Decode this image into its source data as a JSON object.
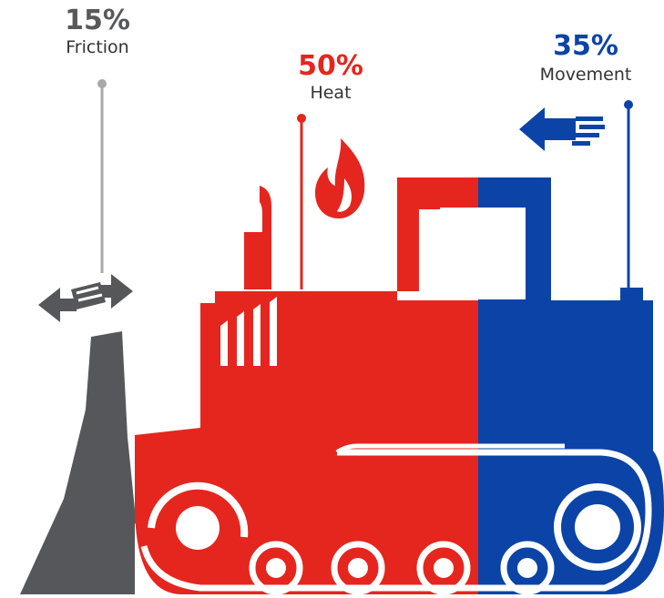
{
  "segments": [
    {
      "key": "friction",
      "percent": "15%",
      "label": "Friction",
      "color": "#58595b"
    },
    {
      "key": "heat",
      "percent": "50%",
      "label": "Heat",
      "color": "#e4261f"
    },
    {
      "key": "movement",
      "percent": "35%",
      "label": "Movement",
      "color": "#0b44a6"
    }
  ],
  "icons": {
    "friction": "double-arrow-icon",
    "heat": "flame-icon",
    "movement": "speed-arrow-icon"
  }
}
